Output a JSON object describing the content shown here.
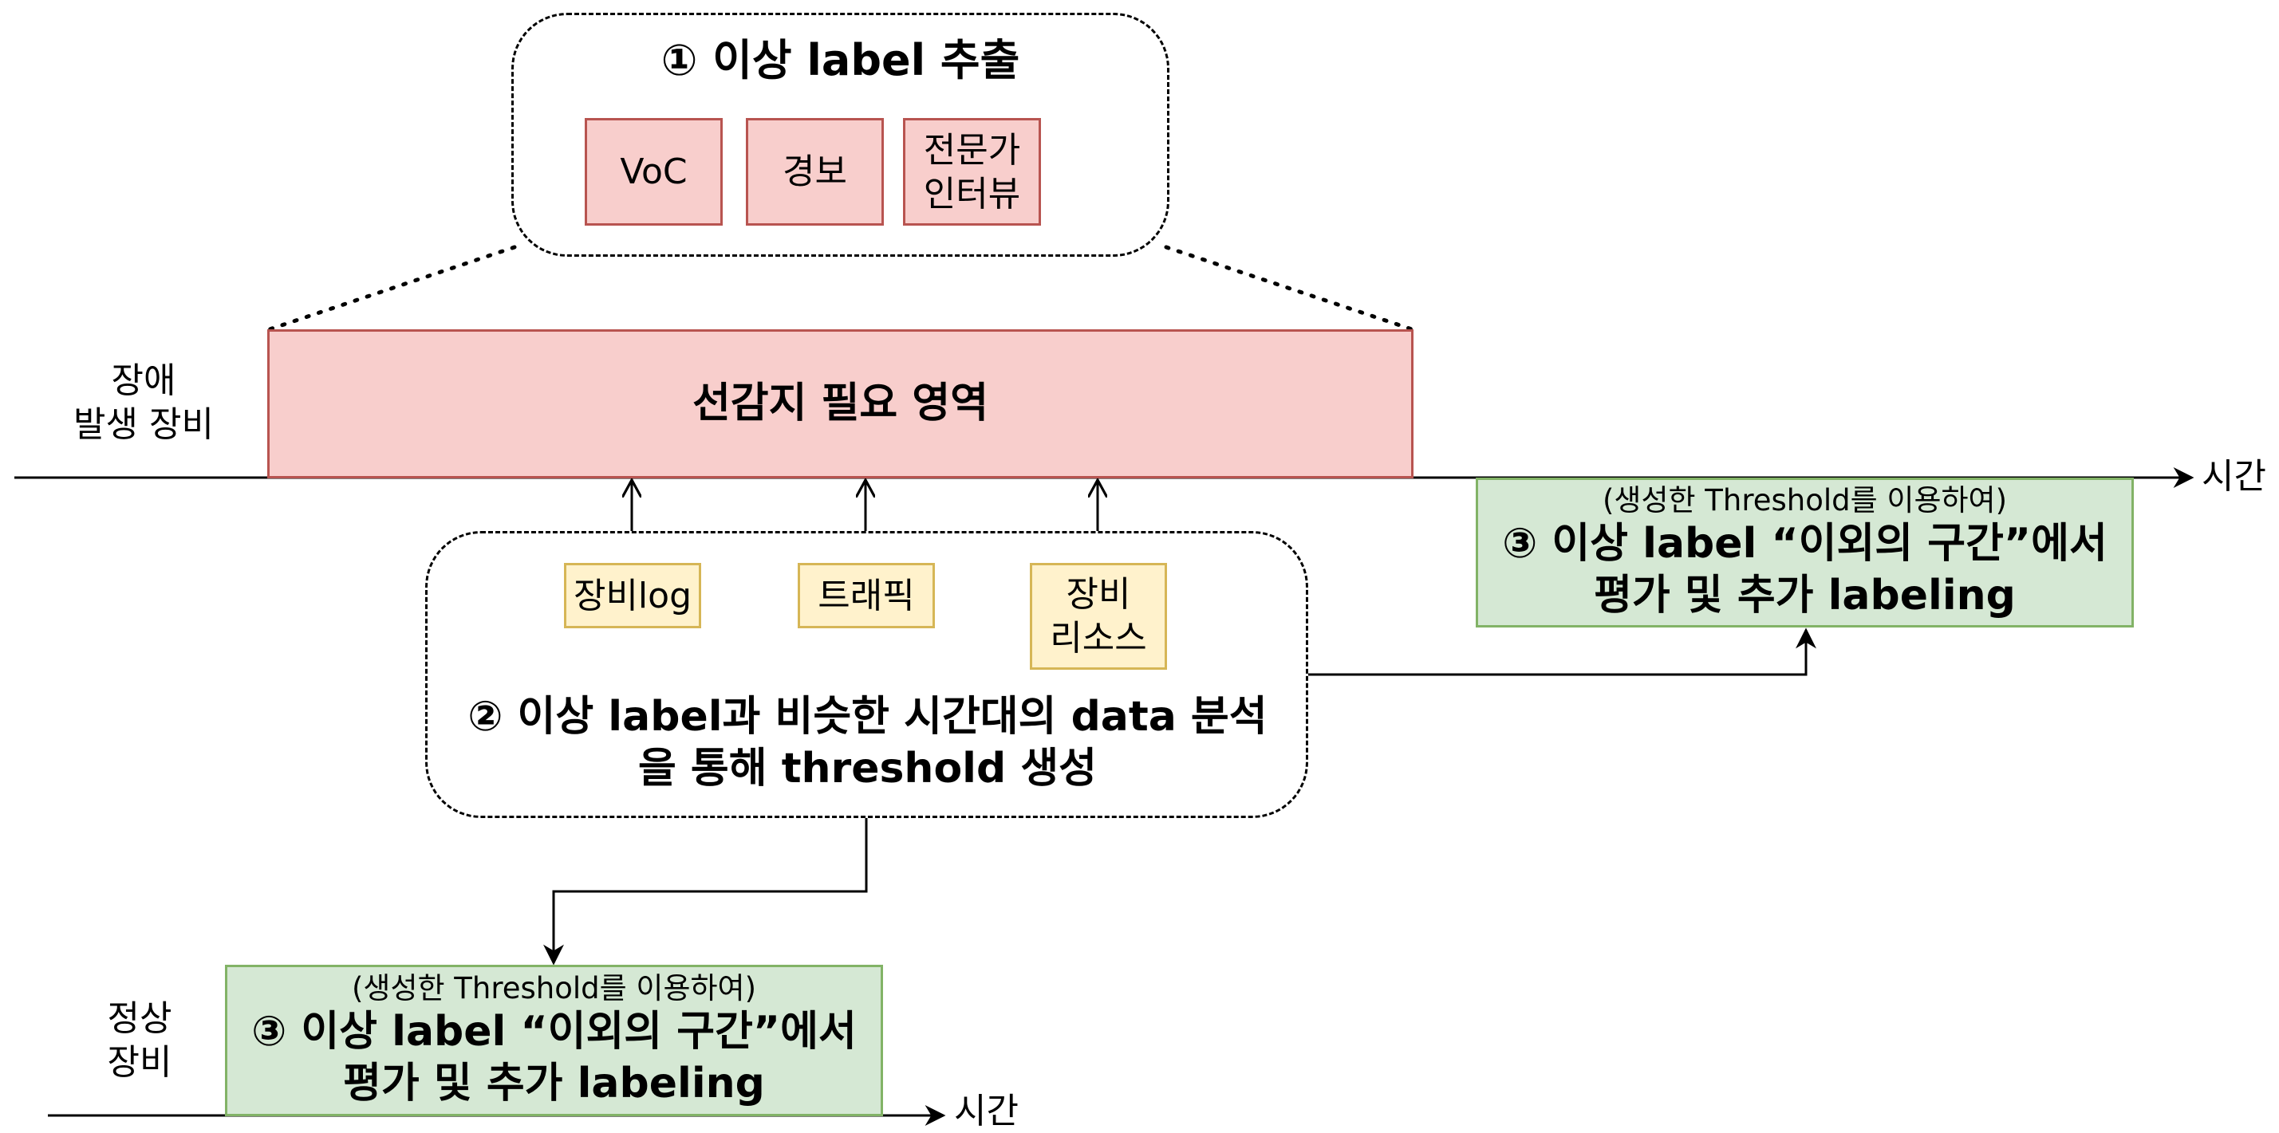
{
  "top_group": {
    "title": "① 이상 label 추출",
    "items": [
      "VoC",
      "경보",
      "전문가\n인터뷰"
    ]
  },
  "faulty_device_label": "장애\n발생 장비",
  "prediction_region": "선감지 필요 영역",
  "time_axis_label": "시간",
  "middle_group": {
    "items": [
      "장비log",
      "트래픽",
      "장비\n리소스"
    ],
    "caption": "② 이상 label과 비슷한 시간대의 data 분석\n을 통해 threshold 생성"
  },
  "evaluation_box_right": {
    "note": "(생성한 Threshold를 이용하여)",
    "title": "③ 이상 label “이외의 구간”에서\n평가 및 추가 labeling"
  },
  "normal_device_label": "정상\n장비",
  "evaluation_box_bottom": {
    "note": "(생성한 Threshold를 이용하여)",
    "title": "③ 이상 label “이외의 구간”에서\n평가 및 추가 labeling"
  },
  "time_axis_label_bottom": "시간"
}
